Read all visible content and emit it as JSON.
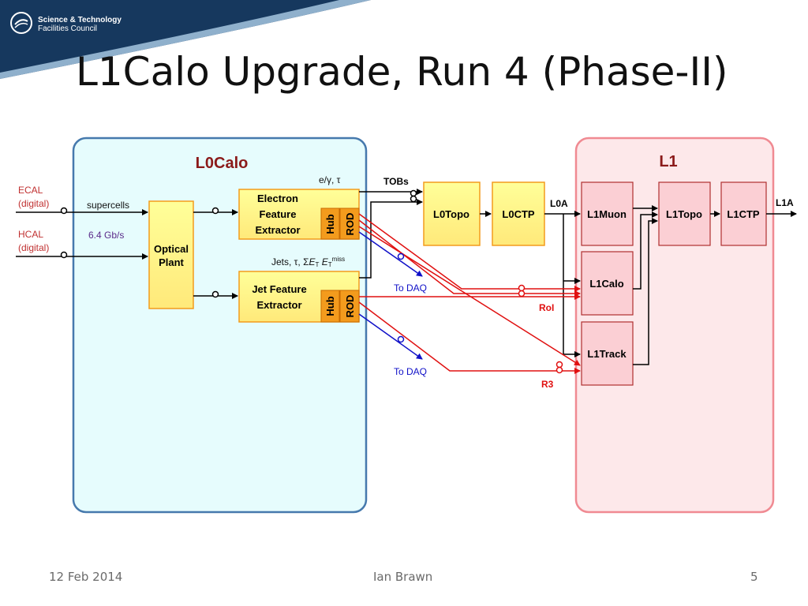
{
  "header": {
    "org_line1": "Science & Technology",
    "org_line2": "Facilities Council",
    "title": "L1Calo Upgrade, Run 4 (Phase-II)",
    "logo_icon": "stfc-logo-icon"
  },
  "diagram": {
    "l0calo_title": "L0Calo",
    "l1_title": "L1",
    "inputs": {
      "ecal": [
        "ECAL",
        "(digital)"
      ],
      "hcal": [
        "HCAL",
        "(digital)"
      ],
      "supercells": "supercells",
      "rate": "6.4 Gb/s"
    },
    "optical_plant": [
      "Optical",
      "Plant"
    ],
    "electron_extractor": [
      "Electron",
      "Feature",
      "Extractor"
    ],
    "jet_extractor": [
      "Jet Feature",
      "Extractor"
    ],
    "hub": "Hub",
    "rod": "ROD",
    "electron_out": "e/γ, τ",
    "jet_out": {
      "jets": "Jets, τ, Σ",
      "et": "E",
      "et_sub": "T",
      "etmiss": "E",
      "etmiss_sub": "T",
      "etmiss_sup": "miss"
    },
    "tobs": "TOBs",
    "l0topo": "L0Topo",
    "l0ctp": "L0CTP",
    "l0a": "L0A",
    "l1muon": "L1Muon",
    "l1topo": "L1Topo",
    "l1ctp": "L1CTP",
    "l1a": "L1A",
    "l1calo": "L1Calo",
    "l1track": "L1Track",
    "to_daq_1": "To DAQ",
    "to_daq_2": "To DAQ",
    "roi": "RoI",
    "r3": "R3",
    "colors": {
      "l0calo_fill": "#e6fcfd",
      "l0calo_border": "#4679ad",
      "l1_fill": "#fde8ea",
      "l1_border": "#f08a92",
      "yellow_box": "#ffff99",
      "orange": "#f39b1d",
      "red": "#e01010",
      "blue": "#1010c8",
      "dark_red": "#8b1a1a",
      "l1_box": "#fbcfd4",
      "l1_box_border": "#b03030"
    }
  },
  "footer": {
    "date": "12 Feb 2014",
    "author": "Ian Brawn",
    "page": "5"
  }
}
